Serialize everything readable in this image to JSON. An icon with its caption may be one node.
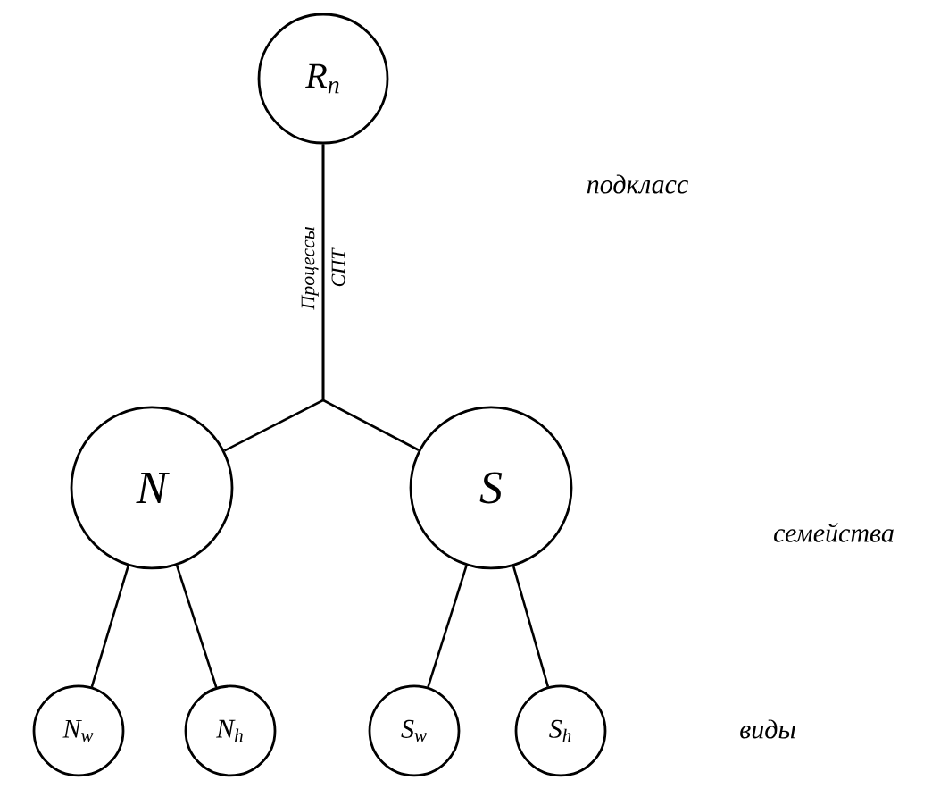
{
  "diagram": {
    "nodes": [
      {
        "text": [
          "R$_{n}$"
        ]
      },
      {
        "text": [
          "N"
        ]
      },
      {
        "text": [
          "S"
        ]
      },
      {
        "text": [
          "N$_{w}$"
        ]
      },
      {
        "text": [
          "N$_{h}$"
        ]
      },
      {
        "text": [
          "S$_{w}$"
        ]
      },
      {
        "text": [
          "S$_{h}$"
        ]
      }
    ],
    "edges": [
      {
        "from": 0,
        "to": 1,
        "arrow": "none",
        "label": "Процессы СПТ"
      },
      {
        "from": 0,
        "to": 2,
        "arrow": "none"
      },
      {
        "from": 1,
        "to": 3,
        "arrow": "none"
      },
      {
        "from": 1,
        "to": 4,
        "arrow": "none"
      },
      {
        "from": 2,
        "to": 5,
        "arrow": "none"
      },
      {
        "from": 2,
        "to": 6,
        "arrow": "none"
      }
    ],
    "labels": [
      "подкласс",
      "семейства",
      "виды"
    ]
  }
}
